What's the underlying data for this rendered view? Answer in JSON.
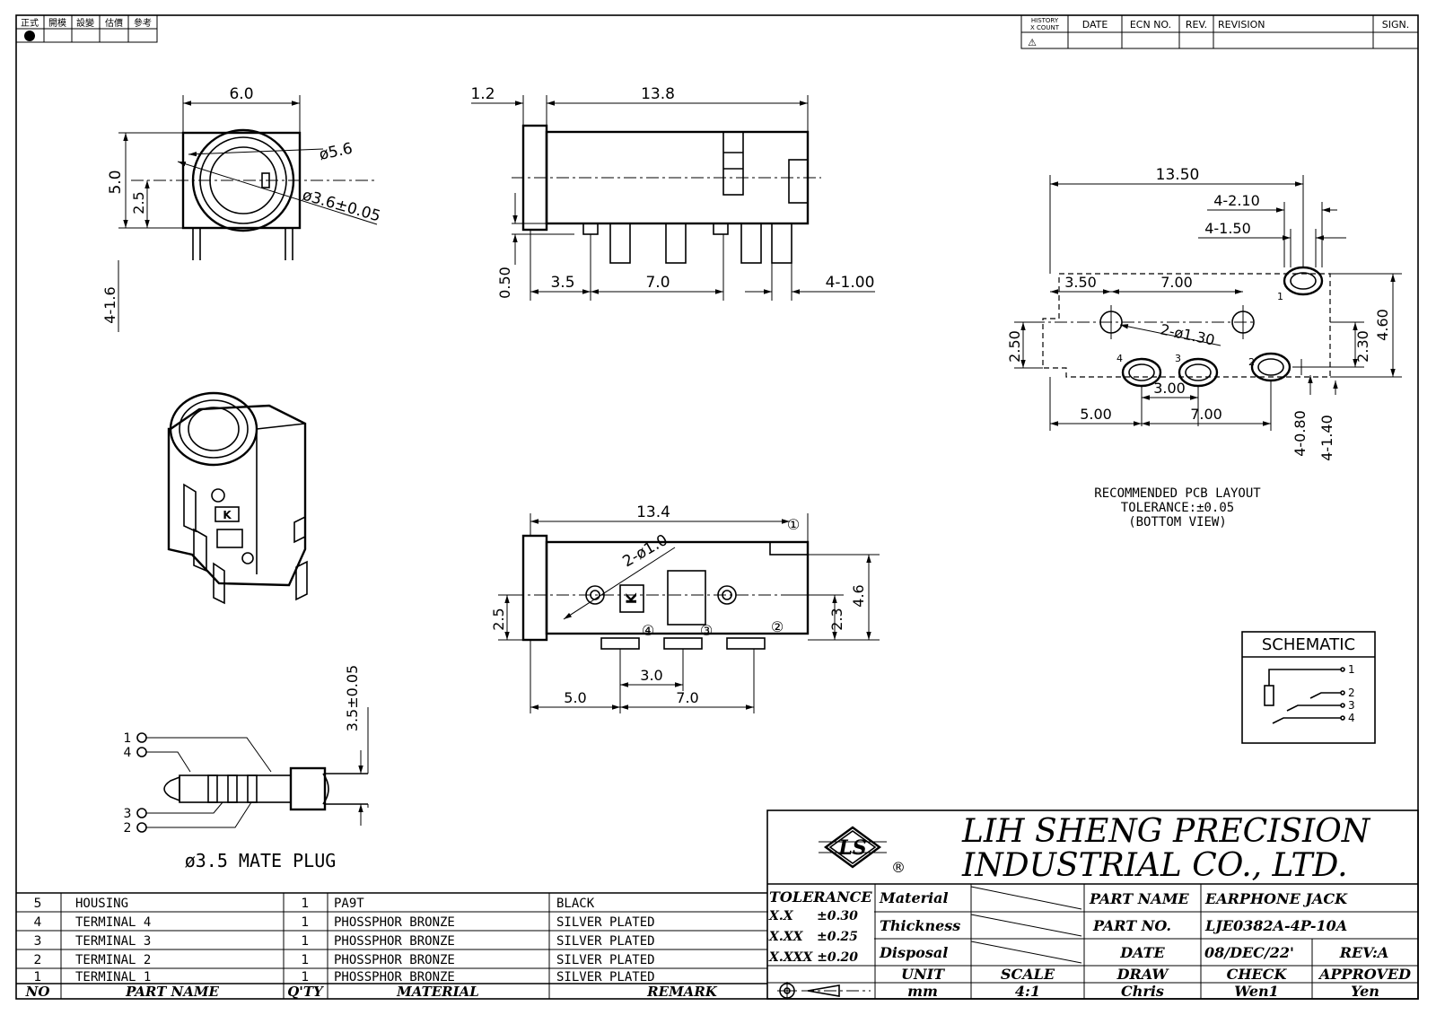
{
  "top_left_cells": [
    "正式",
    "開模",
    "設變",
    "估價",
    "參考"
  ],
  "revision_header": {
    "history_line1": "HISTORY",
    "history_line2": "X COUNT",
    "symbol": "⚠",
    "date": "DATE",
    "ecn_no": "ECN NO.",
    "rev": "REV.",
    "revision": "REVISION",
    "sign": "SIGN."
  },
  "front_view": {
    "width": "6.0",
    "height": "5.0",
    "center": "2.5",
    "outer_dia": "ø5.6",
    "inner_dia": "ø3.6±0.05",
    "pin": "4-1.6"
  },
  "side_view": {
    "front": "1.2",
    "length": "13.8",
    "pin_h": "0.50",
    "d1": "3.5",
    "d2": "7.0",
    "pin_w": "4-1.00"
  },
  "pcb_layout": {
    "total": "13.50",
    "slot_w1": "4-2.10",
    "slot_w2": "4-1.50",
    "d1": "3.50",
    "d2": "7.00",
    "hole": "2-ø1.30",
    "h1": "2.50",
    "h2": "2.30",
    "h3": "4.60",
    "pitch": "3.00",
    "b1": "5.00",
    "b2": "7.00",
    "slot_h1": "4-0.80",
    "slot_h2": "4-1.40",
    "pin_labels": [
      "1",
      "2",
      "3",
      "4"
    ],
    "caption1": "RECOMMENDED PCB LAYOUT",
    "caption2": "TOLERANCE:±0.05",
    "caption3": "(BOTTOM VIEW)"
  },
  "bottom_view": {
    "length": "13.4",
    "holes": "2-ø1.0",
    "h1": "2.5",
    "h2": "2.3",
    "h3": "4.6",
    "pitch": "3.0",
    "b1": "5.0",
    "b2": "7.0",
    "marks": [
      "①",
      "②",
      "③",
      "④"
    ],
    "k": "K"
  },
  "plug": {
    "dia": "3.5±0.05",
    "caption": "ø3.5 MATE PLUG",
    "labels": [
      "1",
      "4",
      "3",
      "2"
    ]
  },
  "schematic": {
    "title": "SCHEMATIC",
    "pins": [
      "1",
      "2",
      "3",
      "4"
    ]
  },
  "company": {
    "logo": "LS",
    "reg": "®",
    "line1": "LIH SHENG PRECISION",
    "line2": "INDUSTRIAL CO., LTD."
  },
  "title_block": {
    "tolerance_label": "TOLERANCE",
    "tol_xx": "X.X",
    "tol_xx_v": "±0.30",
    "tol_xxx": "X.XX",
    "tol_xxx_v": "±0.25",
    "tol_xxxx": "X.XXX ±0.20",
    "material_label": "Material",
    "thickness_label": "Thickness",
    "disposal_label": "Disposal",
    "part_name_label": "PART NAME",
    "part_name": "EARPHONE JACK",
    "part_no_label": "PART NO.",
    "part_no": "LJE0382A-4P-10A",
    "date_label": "DATE",
    "date": "08/DEC/22'",
    "rev": "REV:A",
    "unit_label": "UNIT",
    "unit": "mm",
    "scale_label": "SCALE",
    "scale": "4:1",
    "draw_label": "DRAW",
    "draw": "Chris",
    "check_label": "CHECK",
    "check": "Wen1",
    "approved_label": "APPROVED",
    "approved": "Yen"
  },
  "bom": {
    "headers": [
      "NO",
      "PART NAME",
      "Q'TY",
      "MATERIAL",
      "REMARK"
    ],
    "rows": [
      {
        "no": "5",
        "name": "HOUSING",
        "qty": "1",
        "material": "PA9T",
        "remark": "BLACK"
      },
      {
        "no": "4",
        "name": "TERMINAL 4",
        "qty": "1",
        "material": "PHOSSPHOR BRONZE",
        "remark": "SILVER PLATED"
      },
      {
        "no": "3",
        "name": "TERMINAL 3",
        "qty": "1",
        "material": "PHOSSPHOR BRONZE",
        "remark": "SILVER PLATED"
      },
      {
        "no": "2",
        "name": "TERMINAL 2",
        "qty": "1",
        "material": "PHOSSPHOR BRONZE",
        "remark": "SILVER PLATED"
      },
      {
        "no": "1",
        "name": "TERMINAL 1",
        "qty": "1",
        "material": "PHOSSPHOR BRONZE",
        "remark": "SILVER PLATED"
      }
    ]
  }
}
